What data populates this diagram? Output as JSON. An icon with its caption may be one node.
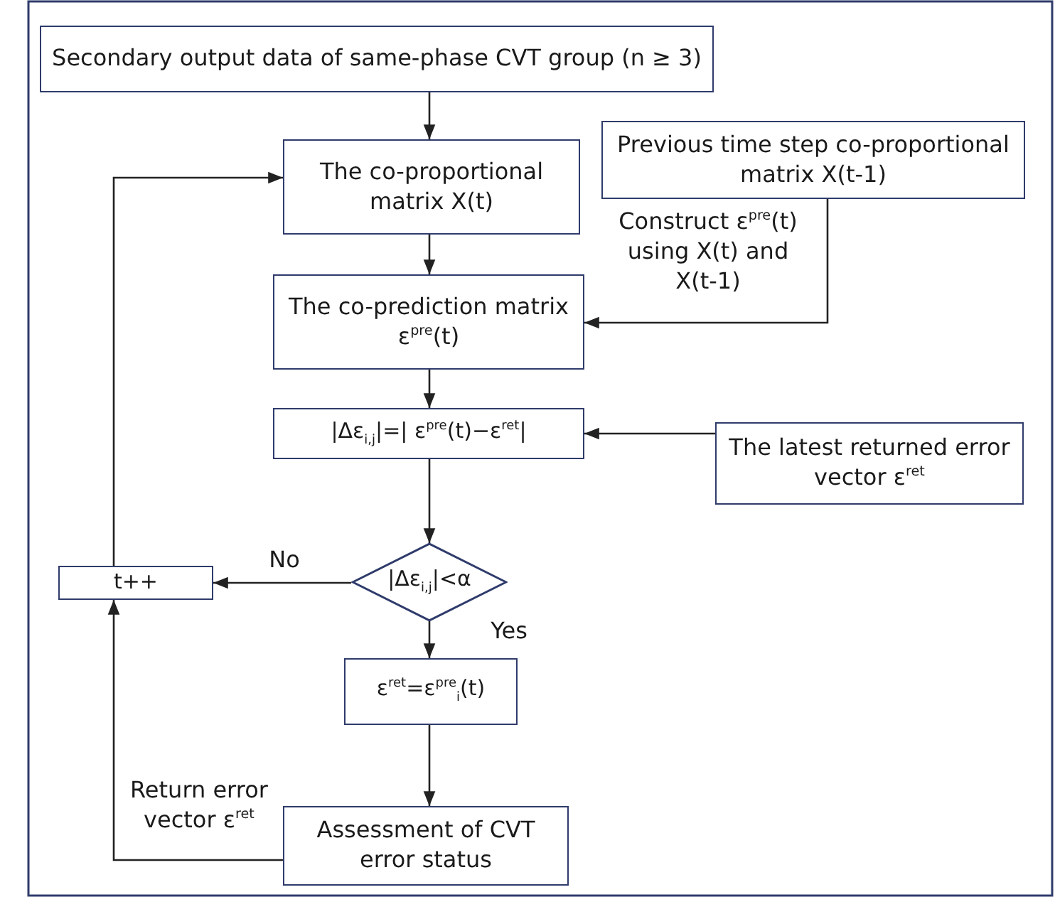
{
  "diagram": {
    "nodes": [
      {
        "text": [
          "Secondary output data of same-phase CVT group (n ≥ 3)"
        ]
      },
      {
        "text": [
          "The co-proportional matrix X(t)"
        ]
      },
      {
        "text": [
          "Previous time step co-proportional matrix X(t-1)"
        ]
      },
      {
        "text": [
          "The co-prediction matrix ε$^{pre}$(t)"
        ]
      },
      {
        "text": [
          "|Δε$_{i,j}$|=| ε$^{pre}$(t)−ε$^{ret}$|"
        ]
      },
      {
        "text": [
          "The latest returned error vector ε$^{ret}$"
        ]
      },
      {
        "text": [
          "|Δε$_{i,j}$|<α"
        ]
      },
      {
        "text": [
          "t++"
        ]
      },
      {
        "text": [
          "ε$^{ret}$=ε$^{pre}$$_{i}$(t)"
        ]
      },
      {
        "text": [
          "Assessment of CVT error status"
        ]
      }
    ],
    "edges": [
      {
        "from": 0,
        "to": 1,
        "arrow": "to"
      },
      {
        "from": 2,
        "to": 3,
        "arrow": "to",
        "label": "Construct ε$^{pre}$(t) using X(t) and X(t-1)"
      },
      {
        "from": 1,
        "to": 3,
        "arrow": "to"
      },
      {
        "from": 3,
        "to": 4,
        "arrow": "to"
      },
      {
        "from": 5,
        "to": 4,
        "arrow": "to"
      },
      {
        "from": 4,
        "to": 6,
        "arrow": "to"
      },
      {
        "from": 6,
        "to": 7,
        "arrow": "to",
        "label": "No"
      },
      {
        "from": 6,
        "to": 8,
        "arrow": "to",
        "label": "Yes"
      },
      {
        "from": 8,
        "to": 9,
        "arrow": "to"
      },
      {
        "from": 9,
        "to": 7,
        "arrow": "to",
        "label": "Return error vector ε$^{ret}$"
      },
      {
        "from": 7,
        "to": 1,
        "arrow": "to"
      }
    ]
  }
}
